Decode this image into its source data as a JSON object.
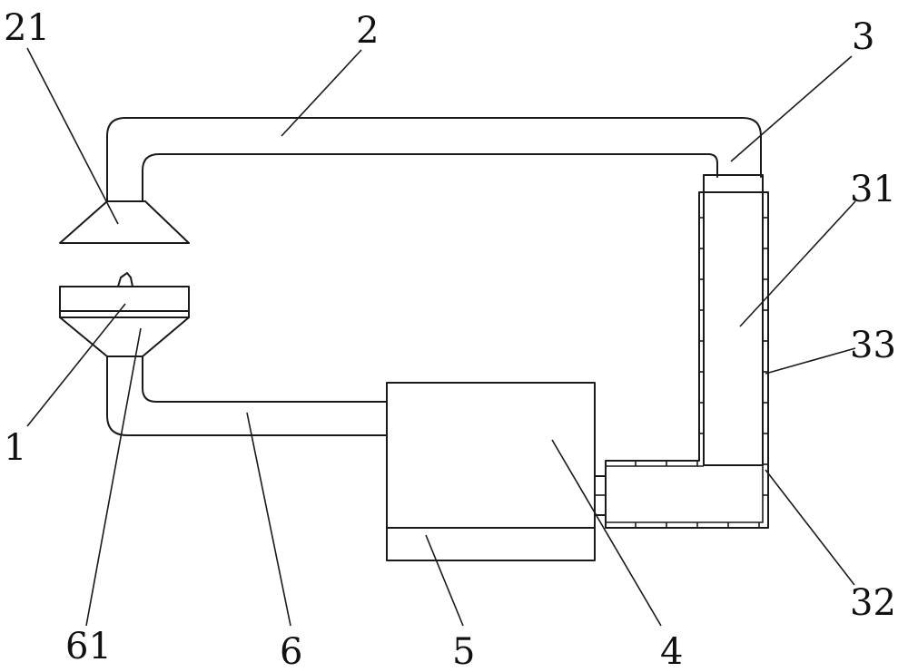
{
  "labels": {
    "l21": "21",
    "l2": "2",
    "l3": "3",
    "l31": "31",
    "l33": "33",
    "l1": "1",
    "l32": "32",
    "l61": "61",
    "l6": "6",
    "l5": "5",
    "l4": "4"
  }
}
